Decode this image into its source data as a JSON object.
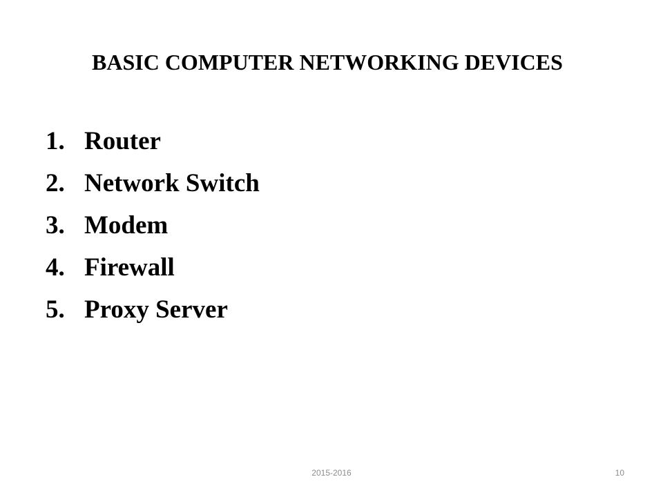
{
  "slide": {
    "title": "BASIC COMPUTER NETWORKING DEVICES",
    "items": [
      {
        "number": "1.",
        "label": "Router"
      },
      {
        "number": "2.",
        "label": "Network Switch"
      },
      {
        "number": "3.",
        "label": "Modem"
      },
      {
        "number": "4.",
        "label": "Firewall"
      },
      {
        "number": "5.",
        "label": "Proxy Server"
      }
    ]
  },
  "footer": {
    "date": "2015-2016",
    "page_number": "10"
  },
  "colors": {
    "text": "#000000",
    "footer_text": "#8c8c8c",
    "background": "#ffffff"
  }
}
